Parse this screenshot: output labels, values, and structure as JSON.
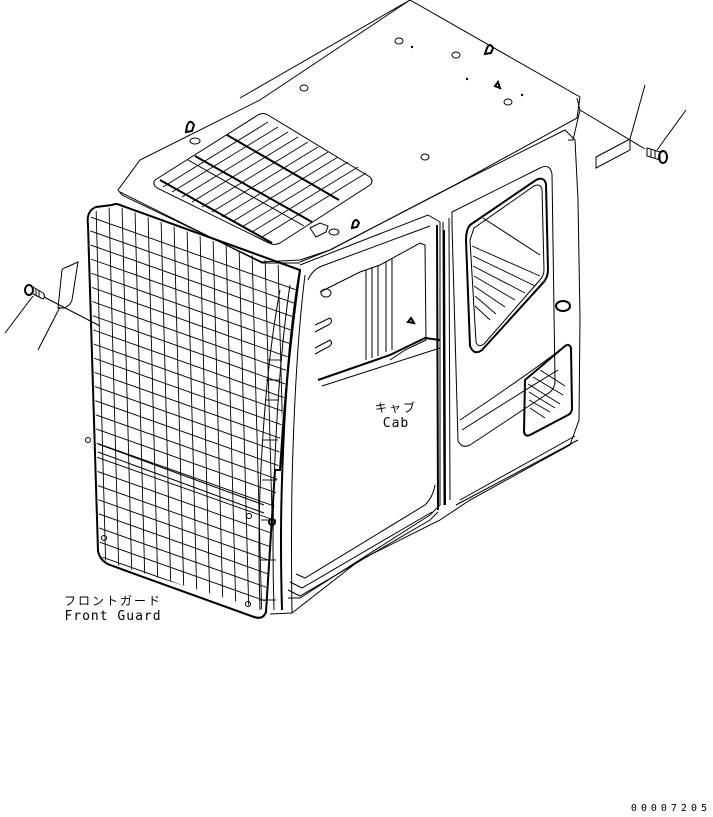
{
  "diagram": {
    "type": "exploded parts illustration",
    "subject": "Operator cab with front guard",
    "line_color": "#000000",
    "background": "#ffffff"
  },
  "labels": {
    "cab": {
      "jp": "キャブ",
      "en": "Cab"
    },
    "front_guard": {
      "jp": "フロントガード",
      "en": "Front Guard"
    }
  },
  "callouts": {
    "left_bolt": {
      "part": "bolt",
      "leader_lines": 2
    },
    "right_bolt": {
      "part": "bolt",
      "leader_lines": 2
    },
    "left_washer": {
      "part": "plate"
    },
    "right_washer": {
      "part": "plate"
    }
  },
  "footer": {
    "drawing_number": "00007205"
  }
}
